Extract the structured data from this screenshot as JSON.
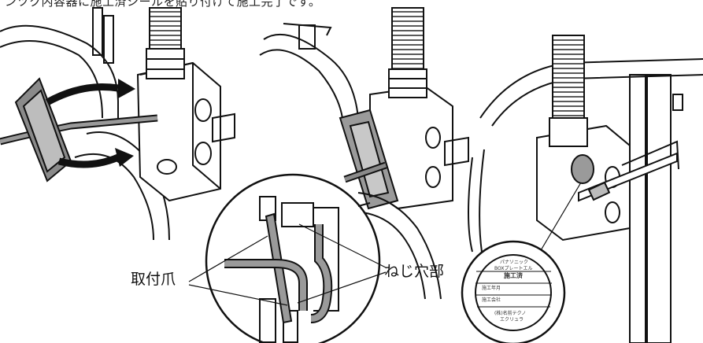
{
  "header": {
    "text": "ンツク内容器に施工済シールを貼り付けて施工完了です。"
  },
  "callouts": {
    "claw": "取付爪",
    "screw_hole": "ねじ穴部"
  },
  "sticker": {
    "line1": "パナソニック",
    "line2": "BOXプレートエル",
    "line3": "施工済",
    "line4": "施工年月",
    "line5": "施工会社",
    "line6": "(株)名前テクノ",
    "line7": "エクリュラ"
  }
}
